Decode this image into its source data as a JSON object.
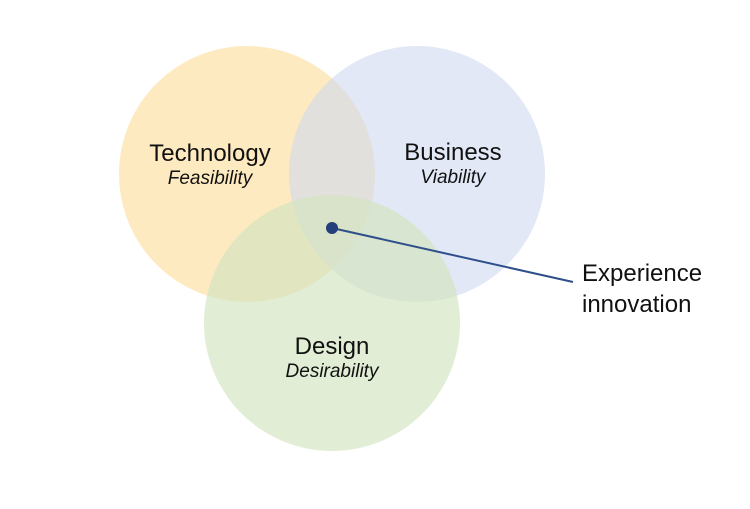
{
  "diagram": {
    "circles": [
      {
        "id": "technology",
        "title": "Technology",
        "subtitle": "Feasibility",
        "color": "#fde8b8"
      },
      {
        "id": "business",
        "title": "Business",
        "subtitle": "Viability",
        "color": "#dbe3f4"
      },
      {
        "id": "design",
        "title": "Design",
        "subtitle": "Desirability",
        "color": "#dde9cc"
      }
    ],
    "callout": {
      "line1": "Experience",
      "line2": "innovation",
      "color": "#2f4f8a"
    }
  }
}
